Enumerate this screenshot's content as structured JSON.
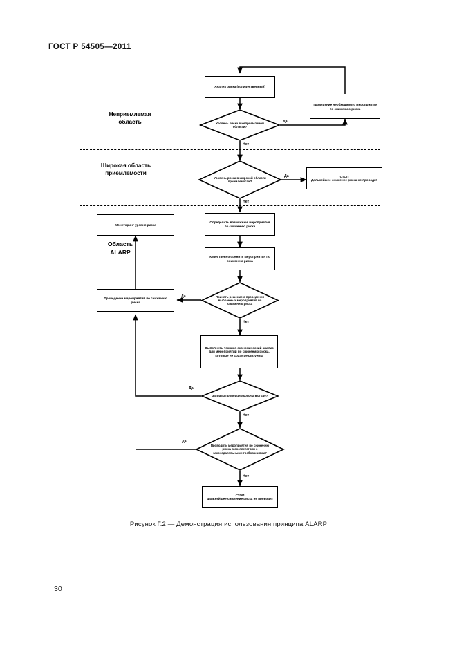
{
  "document": {
    "header": "ГОСТ Р 54505—2011",
    "page_number": "30",
    "figure_caption": "Рисунок Г.2 — Демонстрация использования принципа ALARP"
  },
  "regions": [
    {
      "id": "unacceptable",
      "line1": "Неприемлемая",
      "line2": "область"
    },
    {
      "id": "broadly-acceptable",
      "line1": "Широкая область",
      "line2": "приемлемости"
    },
    {
      "id": "alarp",
      "line1": "Область",
      "line2": "ALARP"
    }
  ],
  "nodes": {
    "risk_analysis": "Анализ риска (количественный)",
    "risk_reduction_measure": "Проведение необходимого мероприятия по снижению риска",
    "unacceptable_decision": "Уровень риска в неприемлемой области?",
    "broadly_acceptable_decision": "Уровень риска в широкой области приемлемости?",
    "stop_upper_line1": "СТОП",
    "stop_upper_line2": "Дальнейшее снижение риска не проводят",
    "monitoring": "Мониторинг уровня риска",
    "identify_measures": "Определить возможные мероприятия по снижению риска",
    "qualitative_assessment": "Качественно оценить мероприятия по снижению риска",
    "decision_implement": "Принять решение о проведении выбранных мероприятий по снижению риска",
    "implement_measures": "Проведение мероприятий по снижению риска",
    "cost_benefit_analysis": "Выполнить технико-экономический анализ для мероприятий по снижению риска, которые не сразу реализуемы",
    "cost_proportional_decision": "Затраты пропорциональны выгоде?",
    "legal_requirements_decision": "Проводить мероприятия по снижению риска в соответствии с законодательными требованиями?",
    "stop_lower_line1": "СТОП",
    "stop_lower_line2": "Дальнейшее снижение риска не проводят"
  },
  "edge_labels": {
    "yes_unacceptable": "Да",
    "no_unacceptable": "Нет",
    "yes_broadly": "Да",
    "no_broadly": "Нет",
    "yes_implement": "Да",
    "no_implement": "Нет",
    "yes_cost": "Да",
    "no_cost": "Нет",
    "yes_legal": "Да",
    "no_legal": "Нет"
  },
  "colors": {
    "ink": "#000000",
    "paper": "#ffffff"
  }
}
